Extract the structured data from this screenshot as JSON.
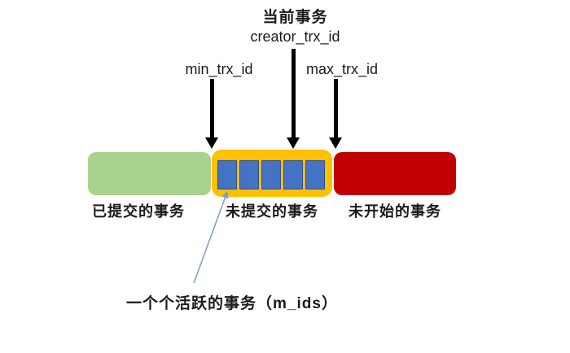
{
  "colors": {
    "background": "#ffffff",
    "committed_green": "#a9d18e",
    "uncommitted_orange": "#ffc000",
    "active_square_blue": "#4472c4",
    "not_started_red": "#c00000",
    "arrow_black": "#000000",
    "pointer_line_blue": "#7e9cc9",
    "text": "#1a1a1a"
  },
  "annotations": {
    "current": {
      "line1": "当前事务",
      "line2": "creator_trx_id"
    },
    "min": "min_trx_id",
    "max": "max_trx_id",
    "active_note": "一个个活跃的事务（m_ids）"
  },
  "bars": [
    {
      "label": "已提交的事务"
    },
    {
      "label": "未提交的事务",
      "active_squares": 5
    },
    {
      "label": "未开始的事务"
    }
  ]
}
